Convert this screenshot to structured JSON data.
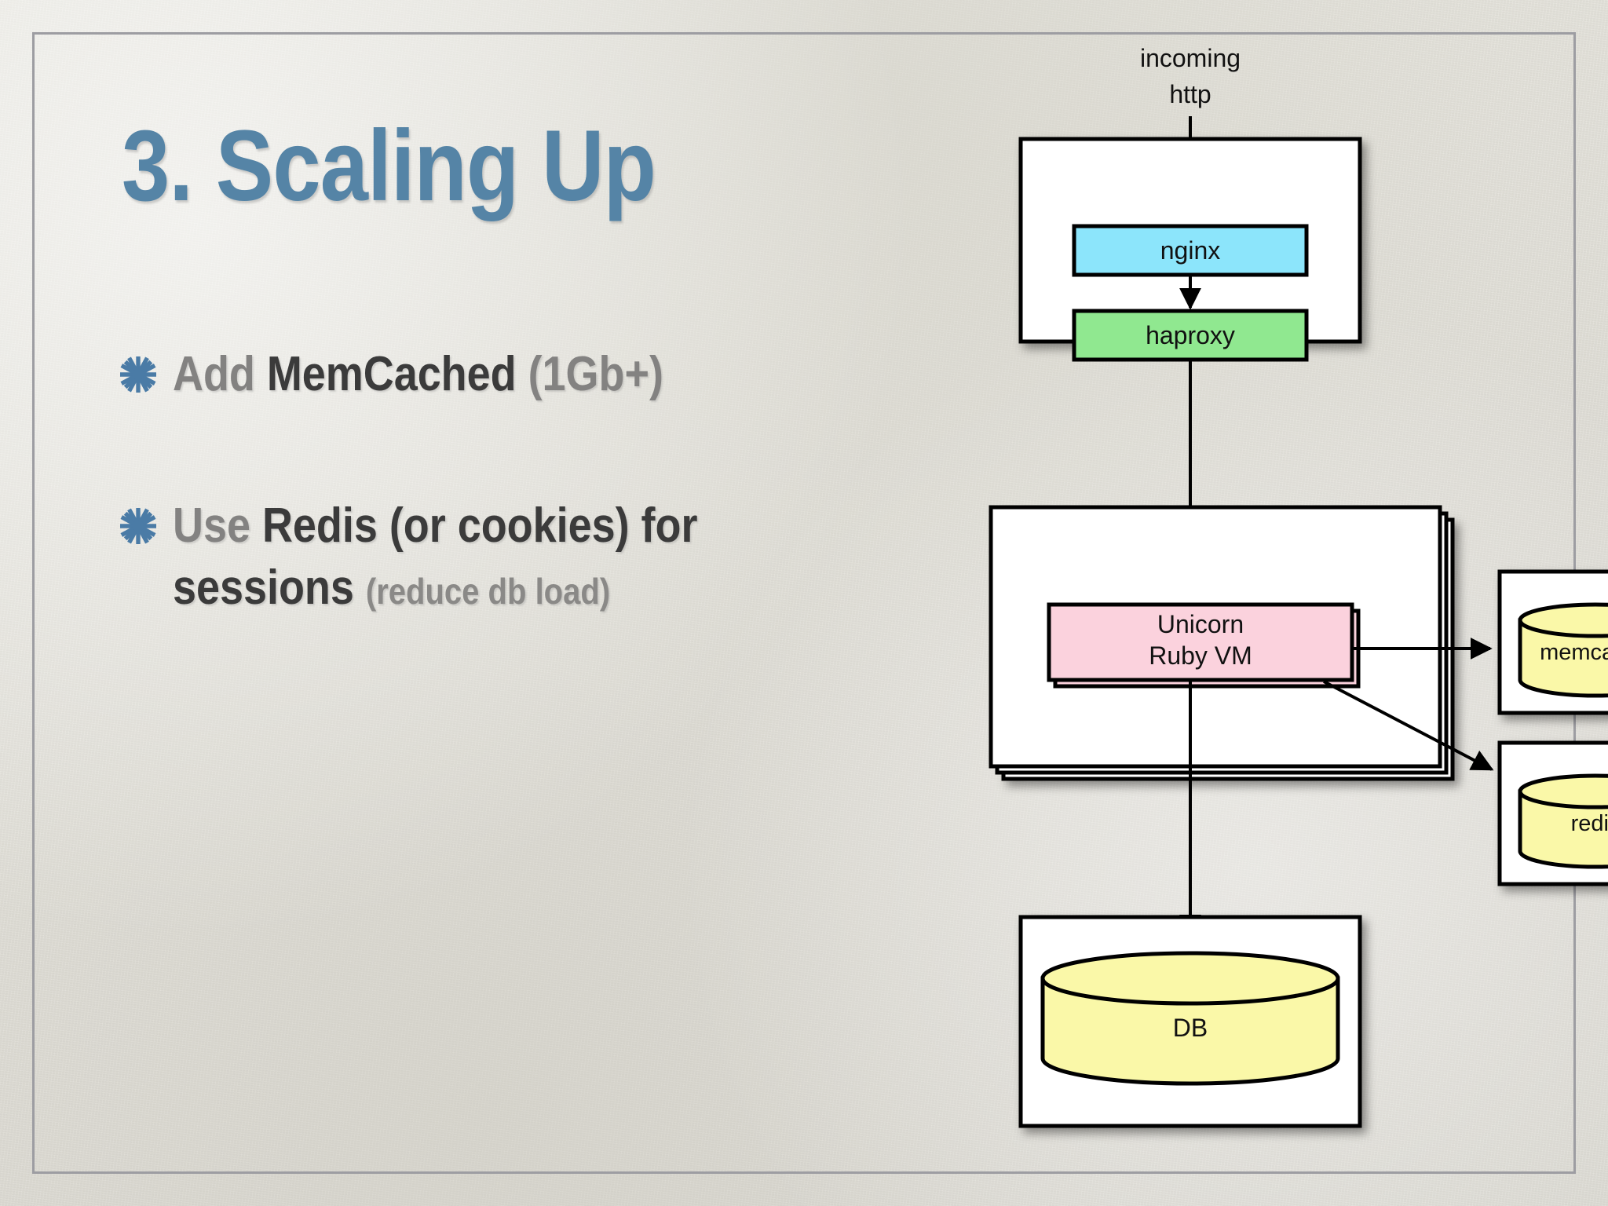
{
  "slide": {
    "title": "3. Scaling Up",
    "title_color": "#5584a6",
    "background_color": "#e1e0d8",
    "frame_color": "#9d9da2"
  },
  "bullets": [
    {
      "icon": "asterisk-star-bullet",
      "icon_color": "#4a7ba6",
      "segments": [
        {
          "text": "Add ",
          "emphasis": "light"
        },
        {
          "text": "MemCached ",
          "emphasis": "strong"
        },
        {
          "text": "(1Gb+)",
          "emphasis": "light"
        }
      ]
    },
    {
      "icon": "asterisk-star-bullet",
      "icon_color": "#4a7ba6",
      "segments": [
        {
          "text": "Use ",
          "emphasis": "light"
        },
        {
          "text": "Redis (or cookies) for",
          "emphasis": "strong"
        },
        {
          "text": "sessions ",
          "emphasis": "strong"
        },
        {
          "text": "(reduce db load)",
          "emphasis": "small"
        }
      ]
    }
  ],
  "diagram": {
    "caption": "incoming\nhttp",
    "caption_line1": "incoming",
    "caption_line2": "http",
    "nodes": {
      "nginx": {
        "label": "nginx",
        "fill": "#8ce5fb",
        "shape": "box"
      },
      "haproxy": {
        "label": "haproxy",
        "fill": "#90e890",
        "shape": "box"
      },
      "unicorn": {
        "label_line1": "Unicorn",
        "label_line2": "Ruby VM",
        "fill": "#fbd2dd",
        "shape": "stacked-box"
      },
      "memcache": {
        "label": "memcache",
        "fill": "#faf8a8",
        "shape": "cylinder"
      },
      "redis": {
        "label": "redis",
        "fill": "#faf8a8",
        "shape": "cylinder"
      },
      "db": {
        "label": "DB",
        "fill": "#faf8a8",
        "shape": "cylinder"
      }
    },
    "edges": [
      {
        "from": "incoming-http",
        "to": "nginx"
      },
      {
        "from": "nginx",
        "to": "haproxy"
      },
      {
        "from": "haproxy",
        "to": "unicorn"
      },
      {
        "from": "unicorn",
        "to": "memcache"
      },
      {
        "from": "unicorn",
        "to": "redis"
      },
      {
        "from": "unicorn",
        "to": "db"
      }
    ],
    "containers": [
      {
        "name": "frontend-host",
        "contains": [
          "nginx",
          "haproxy"
        ]
      },
      {
        "name": "app-host-stack",
        "contains": [
          "unicorn"
        ],
        "stack_count": 3
      },
      {
        "name": "memcache-host",
        "contains": [
          "memcache"
        ]
      },
      {
        "name": "redis-host",
        "contains": [
          "redis"
        ]
      },
      {
        "name": "db-host",
        "contains": [
          "db"
        ]
      }
    ]
  }
}
